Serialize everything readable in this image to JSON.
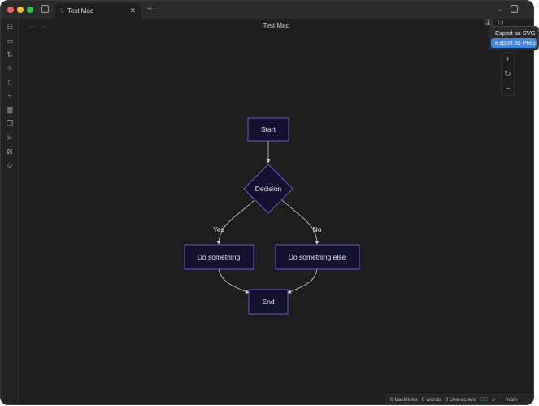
{
  "window": {
    "tab_title": "Test Mac",
    "page_title": "Test Mac"
  },
  "sidebar": {
    "icons": [
      "outline-icon",
      "card-add-icon",
      "git-compare-icon",
      "location-icon",
      "file-icon",
      "fork-icon",
      "grid-icon",
      "copy-icon",
      "terminal-icon",
      "image-icon",
      "smiley-icon"
    ]
  },
  "export_menu": {
    "items": [
      "Export as SVG",
      "Export as PNG"
    ],
    "selected": "Export as PNG"
  },
  "zoom_controls": {
    "zoom_in": "+",
    "reset": "↻",
    "zoom_out": "−"
  },
  "flowchart": {
    "nodes": {
      "start": "Start",
      "decision": "Decision",
      "do_something": "Do something",
      "do_else": "Do something else",
      "end": "End"
    },
    "edges": {
      "yes": "Yes",
      "no": "No"
    },
    "colors": {
      "node_fill": "#14112e",
      "node_border": "#6a55c8",
      "edge": "#d0d0d0"
    }
  },
  "status": {
    "backlinks": "0 backlinks",
    "words": "0 words",
    "characters": "0 characters",
    "branch": "main"
  }
}
